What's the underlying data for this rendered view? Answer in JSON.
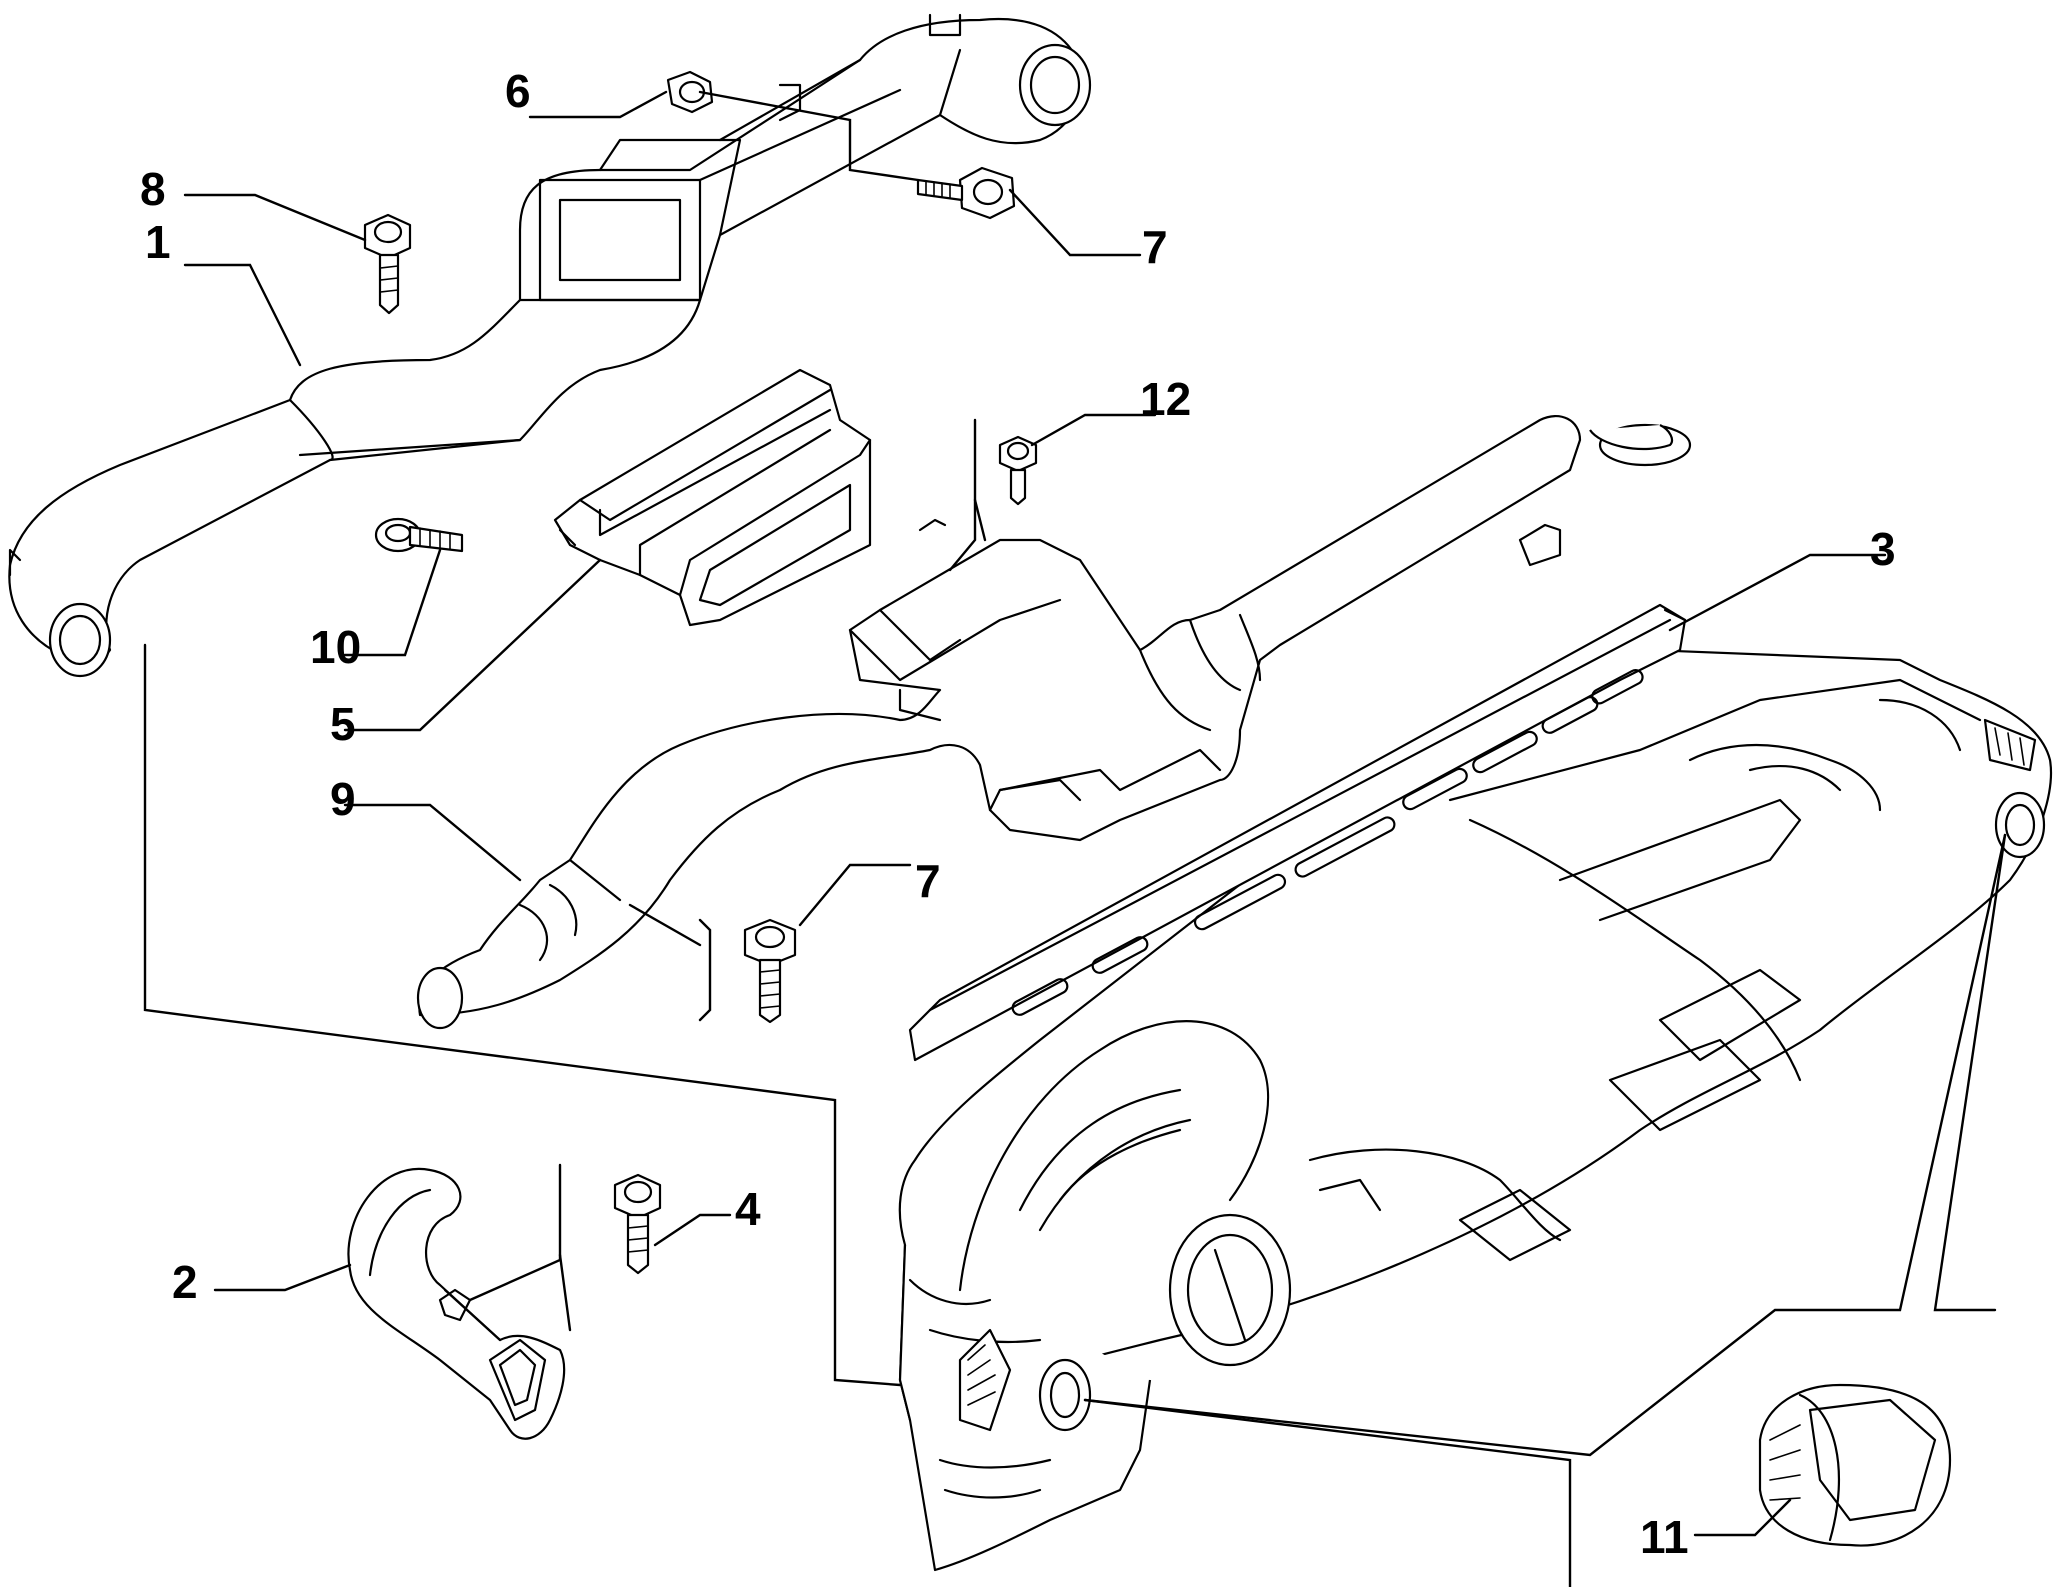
{
  "callouts": [
    {
      "id": "c1",
      "label": "1"
    },
    {
      "id": "c2",
      "label": "2"
    },
    {
      "id": "c3",
      "label": "3"
    },
    {
      "id": "c4",
      "label": "4"
    },
    {
      "id": "c5",
      "label": "5"
    },
    {
      "id": "c6",
      "label": "6"
    },
    {
      "id": "c7a",
      "label": "7"
    },
    {
      "id": "c7b",
      "label": "7"
    },
    {
      "id": "c8",
      "label": "8"
    },
    {
      "id": "c9",
      "label": "9"
    },
    {
      "id": "c10",
      "label": "10"
    },
    {
      "id": "c11",
      "label": "11"
    },
    {
      "id": "c12",
      "label": "12"
    }
  ]
}
